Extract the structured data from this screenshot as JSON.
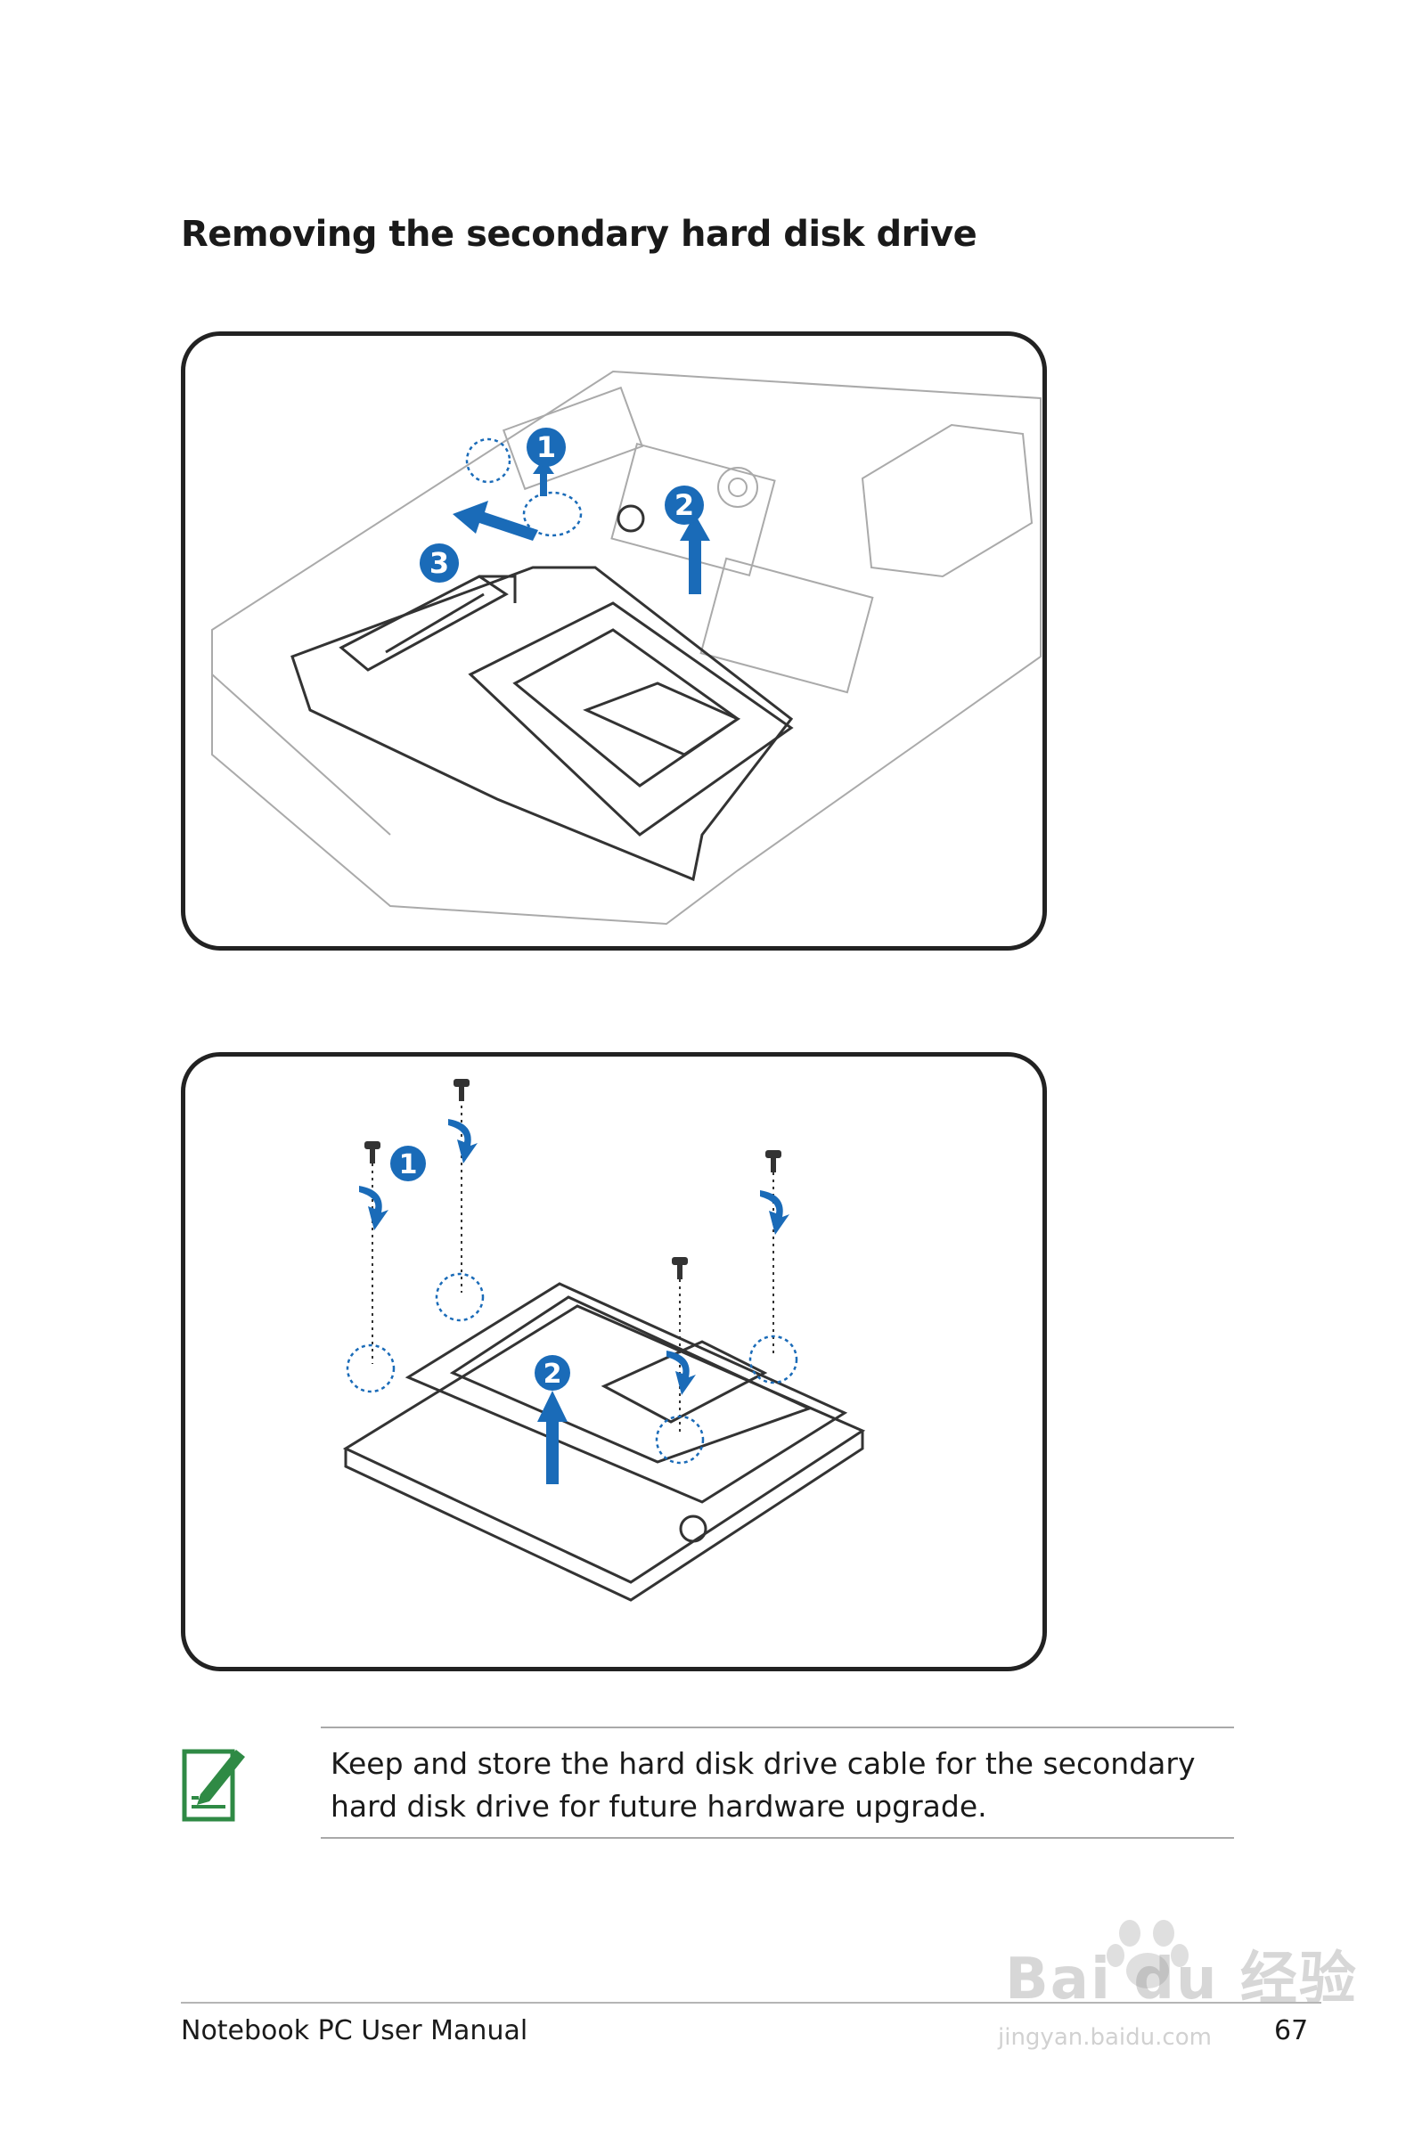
{
  "page": {
    "title": "Removing the secondary hard disk drive",
    "note": {
      "icon": "note-pencil-icon",
      "text": "Keep and store the hard disk drive cable for the secondary hard disk drive for future hardware upgrade."
    },
    "footer": {
      "manual_name": "Notebook PC User Manual",
      "page_number": "67"
    },
    "watermark": {
      "main": "Bai du 经验",
      "sub": "jingyan.baidu.com"
    }
  },
  "figure1": {
    "step_badges": [
      "1",
      "2",
      "3"
    ]
  },
  "figure2": {
    "step_badges": [
      "1",
      "2"
    ]
  },
  "colors": {
    "step_blue": "#1a6bb8",
    "line_art": "#333333",
    "note_green": "#2f8a45"
  }
}
